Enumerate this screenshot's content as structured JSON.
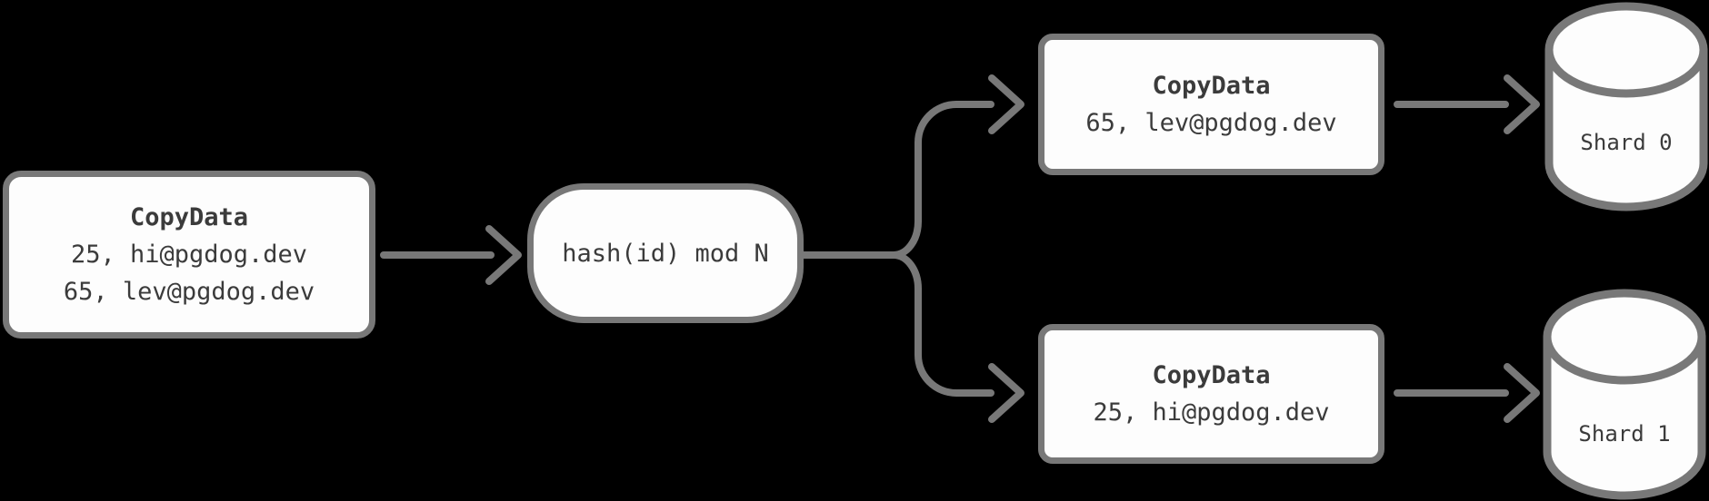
{
  "colors": {
    "background": "#000000",
    "node_fill": "#fdfdfd",
    "stroke_gray": "#787878",
    "text_dark": "#3b3b3b"
  },
  "nodes": {
    "source": {
      "title": "CopyData",
      "rows": [
        "25, hi@pgdog.dev",
        "65, lev@pgdog.dev"
      ]
    },
    "hash": {
      "label": "hash(id) mod N"
    },
    "shard0_batch": {
      "title": "CopyData",
      "rows": [
        "65, lev@pgdog.dev"
      ]
    },
    "shard1_batch": {
      "title": "CopyData",
      "rows": [
        "25, hi@pgdog.dev"
      ]
    },
    "shard0_db": {
      "label": "Shard 0"
    },
    "shard1_db": {
      "label": "Shard 1"
    }
  }
}
